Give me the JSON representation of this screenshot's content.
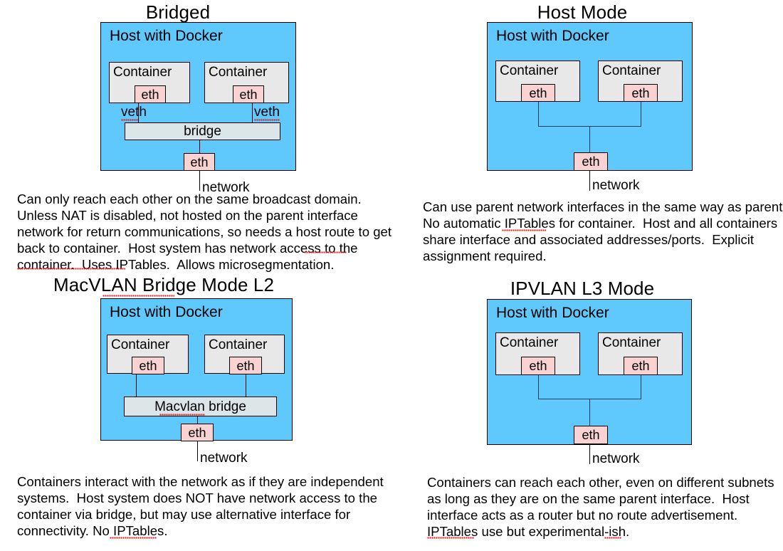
{
  "page": {
    "title": "Docker Network Modes Comparison",
    "colors": {
      "host_fill": "#5fc8fc",
      "container_fill": "#e8e8e8",
      "eth_fill": "#fad2d2",
      "bridge_fill": "#dce6e8",
      "line": "#1d3d5c",
      "spellcheck_underline": "#e02020",
      "background": "#ffffff"
    }
  },
  "panels": [
    {
      "id": "bridged",
      "title": "Bridged",
      "title_misspelled": [],
      "host_label": "Host with Docker",
      "containers": [
        {
          "label": "Container",
          "eth_label": "eth",
          "link_label": "veth"
        },
        {
          "label": "Container",
          "eth_label": "eth",
          "link_label": "veth"
        }
      ],
      "bridge_label": "bridge",
      "has_bridge": true,
      "host_eth_label": "eth",
      "network_label": "network",
      "description": "Can only reach each other on the same broadcast domain.  Unless NAT is disabled, not hosted on the parent interface network for return communications, so needs a host route to get back to container.  Host system has network access to the container.  Uses IPTables.  Allows microsegmentation.",
      "description_misspelled": [
        "IPTables",
        "microsegmentation"
      ]
    },
    {
      "id": "host-mode",
      "title": "Host Mode",
      "title_misspelled": [],
      "host_label": "Host with Docker",
      "containers": [
        {
          "label": "Container",
          "eth_label": "eth",
          "link_label": ""
        },
        {
          "label": "Container",
          "eth_label": "eth",
          "link_label": ""
        }
      ],
      "bridge_label": "",
      "has_bridge": false,
      "host_eth_label": "eth",
      "network_label": "network",
      "description": "Can use parent network interfaces in the same way as parent. No automatic IPTables for container.  Host and all containers share interface and associated addresses/ports.  Explicit assignment required.",
      "description_misspelled": [
        "IPTables"
      ]
    },
    {
      "id": "macvlan-bridge-l2",
      "title": "MacVLAN Bridge Mode L2",
      "title_misspelled": [
        "MacVLAN"
      ],
      "host_label": "Host with Docker",
      "containers": [
        {
          "label": "Container",
          "eth_label": "eth",
          "link_label": ""
        },
        {
          "label": "Container",
          "eth_label": "eth",
          "link_label": ""
        }
      ],
      "bridge_label": "Macvlan bridge",
      "has_bridge": true,
      "host_eth_label": "eth",
      "network_label": "network",
      "description": "Containers interact with the network as if they are independent systems.  Host system does NOT have network access to the container via bridge, but may use alternative interface for connectivity. No IPTables.",
      "description_misspelled": [
        "IPTables"
      ]
    },
    {
      "id": "ipvlan-l3",
      "title": "IPVLAN L3 Mode",
      "title_misspelled": [],
      "host_label": "Host with Docker",
      "containers": [
        {
          "label": "Container",
          "eth_label": "eth",
          "link_label": ""
        },
        {
          "label": "Container",
          "eth_label": "eth",
          "link_label": ""
        }
      ],
      "bridge_label": "",
      "has_bridge": false,
      "host_eth_label": "eth",
      "network_label": "network",
      "description": "Containers can reach each other, even on different subnets as long as they are on the same parent interface.  Host interface acts as a router but no route advertisement.  IPTables use but experimental-ish.",
      "description_misspelled": [
        "IPTables",
        "ish"
      ]
    }
  ]
}
